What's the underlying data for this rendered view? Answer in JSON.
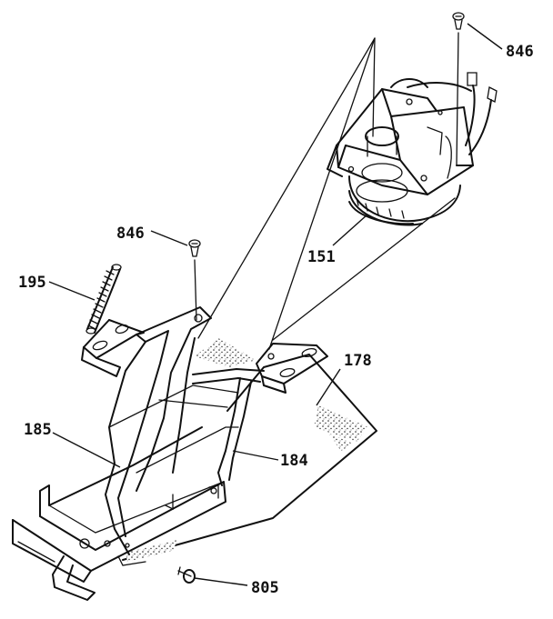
{
  "callouts": {
    "c846_top": "846",
    "c846_mid": "846",
    "c195": "195",
    "c151": "151",
    "c178": "178",
    "c185": "185",
    "c184": "184",
    "c805": "805"
  }
}
